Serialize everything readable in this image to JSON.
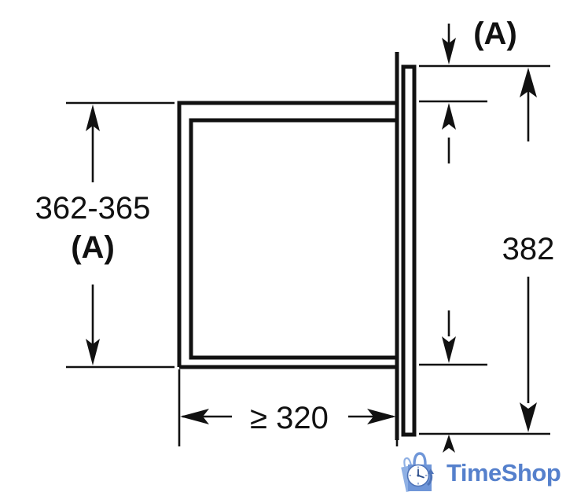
{
  "document": {
    "type": "technical-installation-drawing",
    "title": "Built-in appliance niche dimensions (side view)",
    "units": "mm",
    "background_color": "#ffffff",
    "line_color": "#111111"
  },
  "dimensions": {
    "left": {
      "value": "362-365",
      "note": "(A)",
      "orientation": "vertical",
      "description": "niche height range"
    },
    "right": {
      "value": "382",
      "orientation": "vertical",
      "description": "overall appliance front height"
    },
    "bottom": {
      "value": "≥ 320",
      "orientation": "horizontal",
      "description": "minimum niche depth"
    },
    "top_right": {
      "value": "(A)",
      "orientation": "vertical",
      "description": "top offset callout"
    }
  },
  "callouts": [
    {
      "id": "left-height",
      "label": "362-365",
      "sub_label": "(A)"
    },
    {
      "id": "top-offset",
      "label": "(A)"
    },
    {
      "id": "right-height",
      "label": "382"
    },
    {
      "id": "depth",
      "label": "≥ 320"
    }
  ],
  "watermark": {
    "brand": "TimeShop",
    "brand_color": "#5580cc",
    "bag_color": "#6f96d8",
    "bag_dark_color": "#4f74b8",
    "clock_face_color": "#ffffff",
    "icon": "shopping-bag-clock-icon"
  }
}
